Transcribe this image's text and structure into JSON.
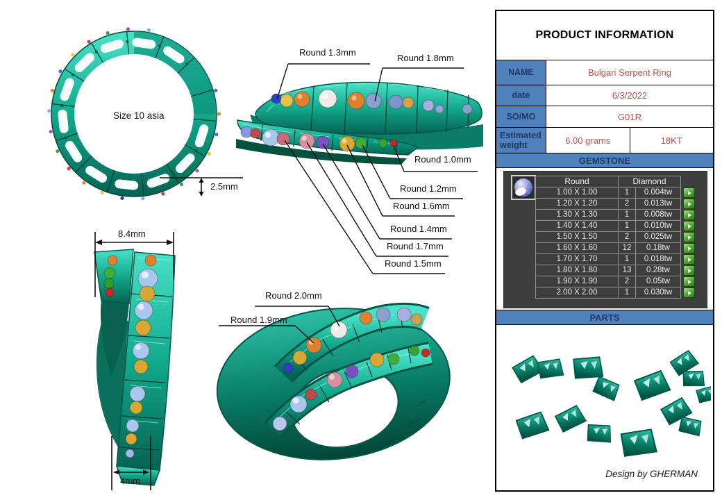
{
  "product_info": {
    "title": "PRODUCT INFORMATION",
    "fields": [
      {
        "label": "NAME",
        "value": "Bulgari Serpent Ring"
      },
      {
        "label": "date",
        "value": "6/3/2022"
      },
      {
        "label": "SO/MO",
        "value": "G01R"
      },
      {
        "label": "Estimated weight",
        "value": "6.00 grams",
        "value2": "18KT"
      }
    ]
  },
  "gemstone": {
    "section_title": "GEMSTONE",
    "shape_header": "Round",
    "type_header": "Diamond",
    "rows": [
      {
        "size": "1.00 X 1.00",
        "qty": "1",
        "weight": "0.004tw"
      },
      {
        "size": "1.20 X 1.20",
        "qty": "2",
        "weight": "0.013tw"
      },
      {
        "size": "1.30 X 1.30",
        "qty": "1",
        "weight": "0.008tw"
      },
      {
        "size": "1.40 X 1.40",
        "qty": "1",
        "weight": "0.010tw"
      },
      {
        "size": "1.50 X 1.50",
        "qty": "2",
        "weight": "0.025tw"
      },
      {
        "size": "1.60 X 1.60",
        "qty": "12",
        "weight": "0.18tw"
      },
      {
        "size": "1.70 X 1.70",
        "qty": "1",
        "weight": "0.018tw"
      },
      {
        "size": "1.80 X 1.80",
        "qty": "13",
        "weight": "0.28tw"
      },
      {
        "size": "1.90 X 1.90",
        "qty": "2",
        "weight": "0.05tw"
      },
      {
        "size": "2.00 X 2.00",
        "qty": "1",
        "weight": "0.030tw"
      }
    ],
    "icons": {
      "row_button": "play-arrow",
      "table_icon": "round-gem"
    }
  },
  "parts": {
    "section_title": "PARTS",
    "credit": "Design by GHERMAN"
  },
  "annotations": {
    "ring_size": "Size 10 asia",
    "band_height": "2.5mm",
    "top_width": "8.4mm",
    "bottom_width": "4mm",
    "gem_callouts": [
      "Round 1.3mm",
      "Round 1.8mm",
      "Round 1.0mm",
      "Round 1.2mm",
      "Round 1.6mm",
      "Round 1.4mm",
      "Round 1.7mm",
      "Round 1.5mm",
      "Round 2.0mm",
      "Round 1.9mm"
    ]
  },
  "colors": {
    "accent_blue": "#4f81bd",
    "header_text_navy": "#1f3864",
    "value_red": "#c0504d",
    "ring_teal": "#12a98d",
    "table_bg": "#3d3d3d",
    "button_green": "#55a539"
  }
}
